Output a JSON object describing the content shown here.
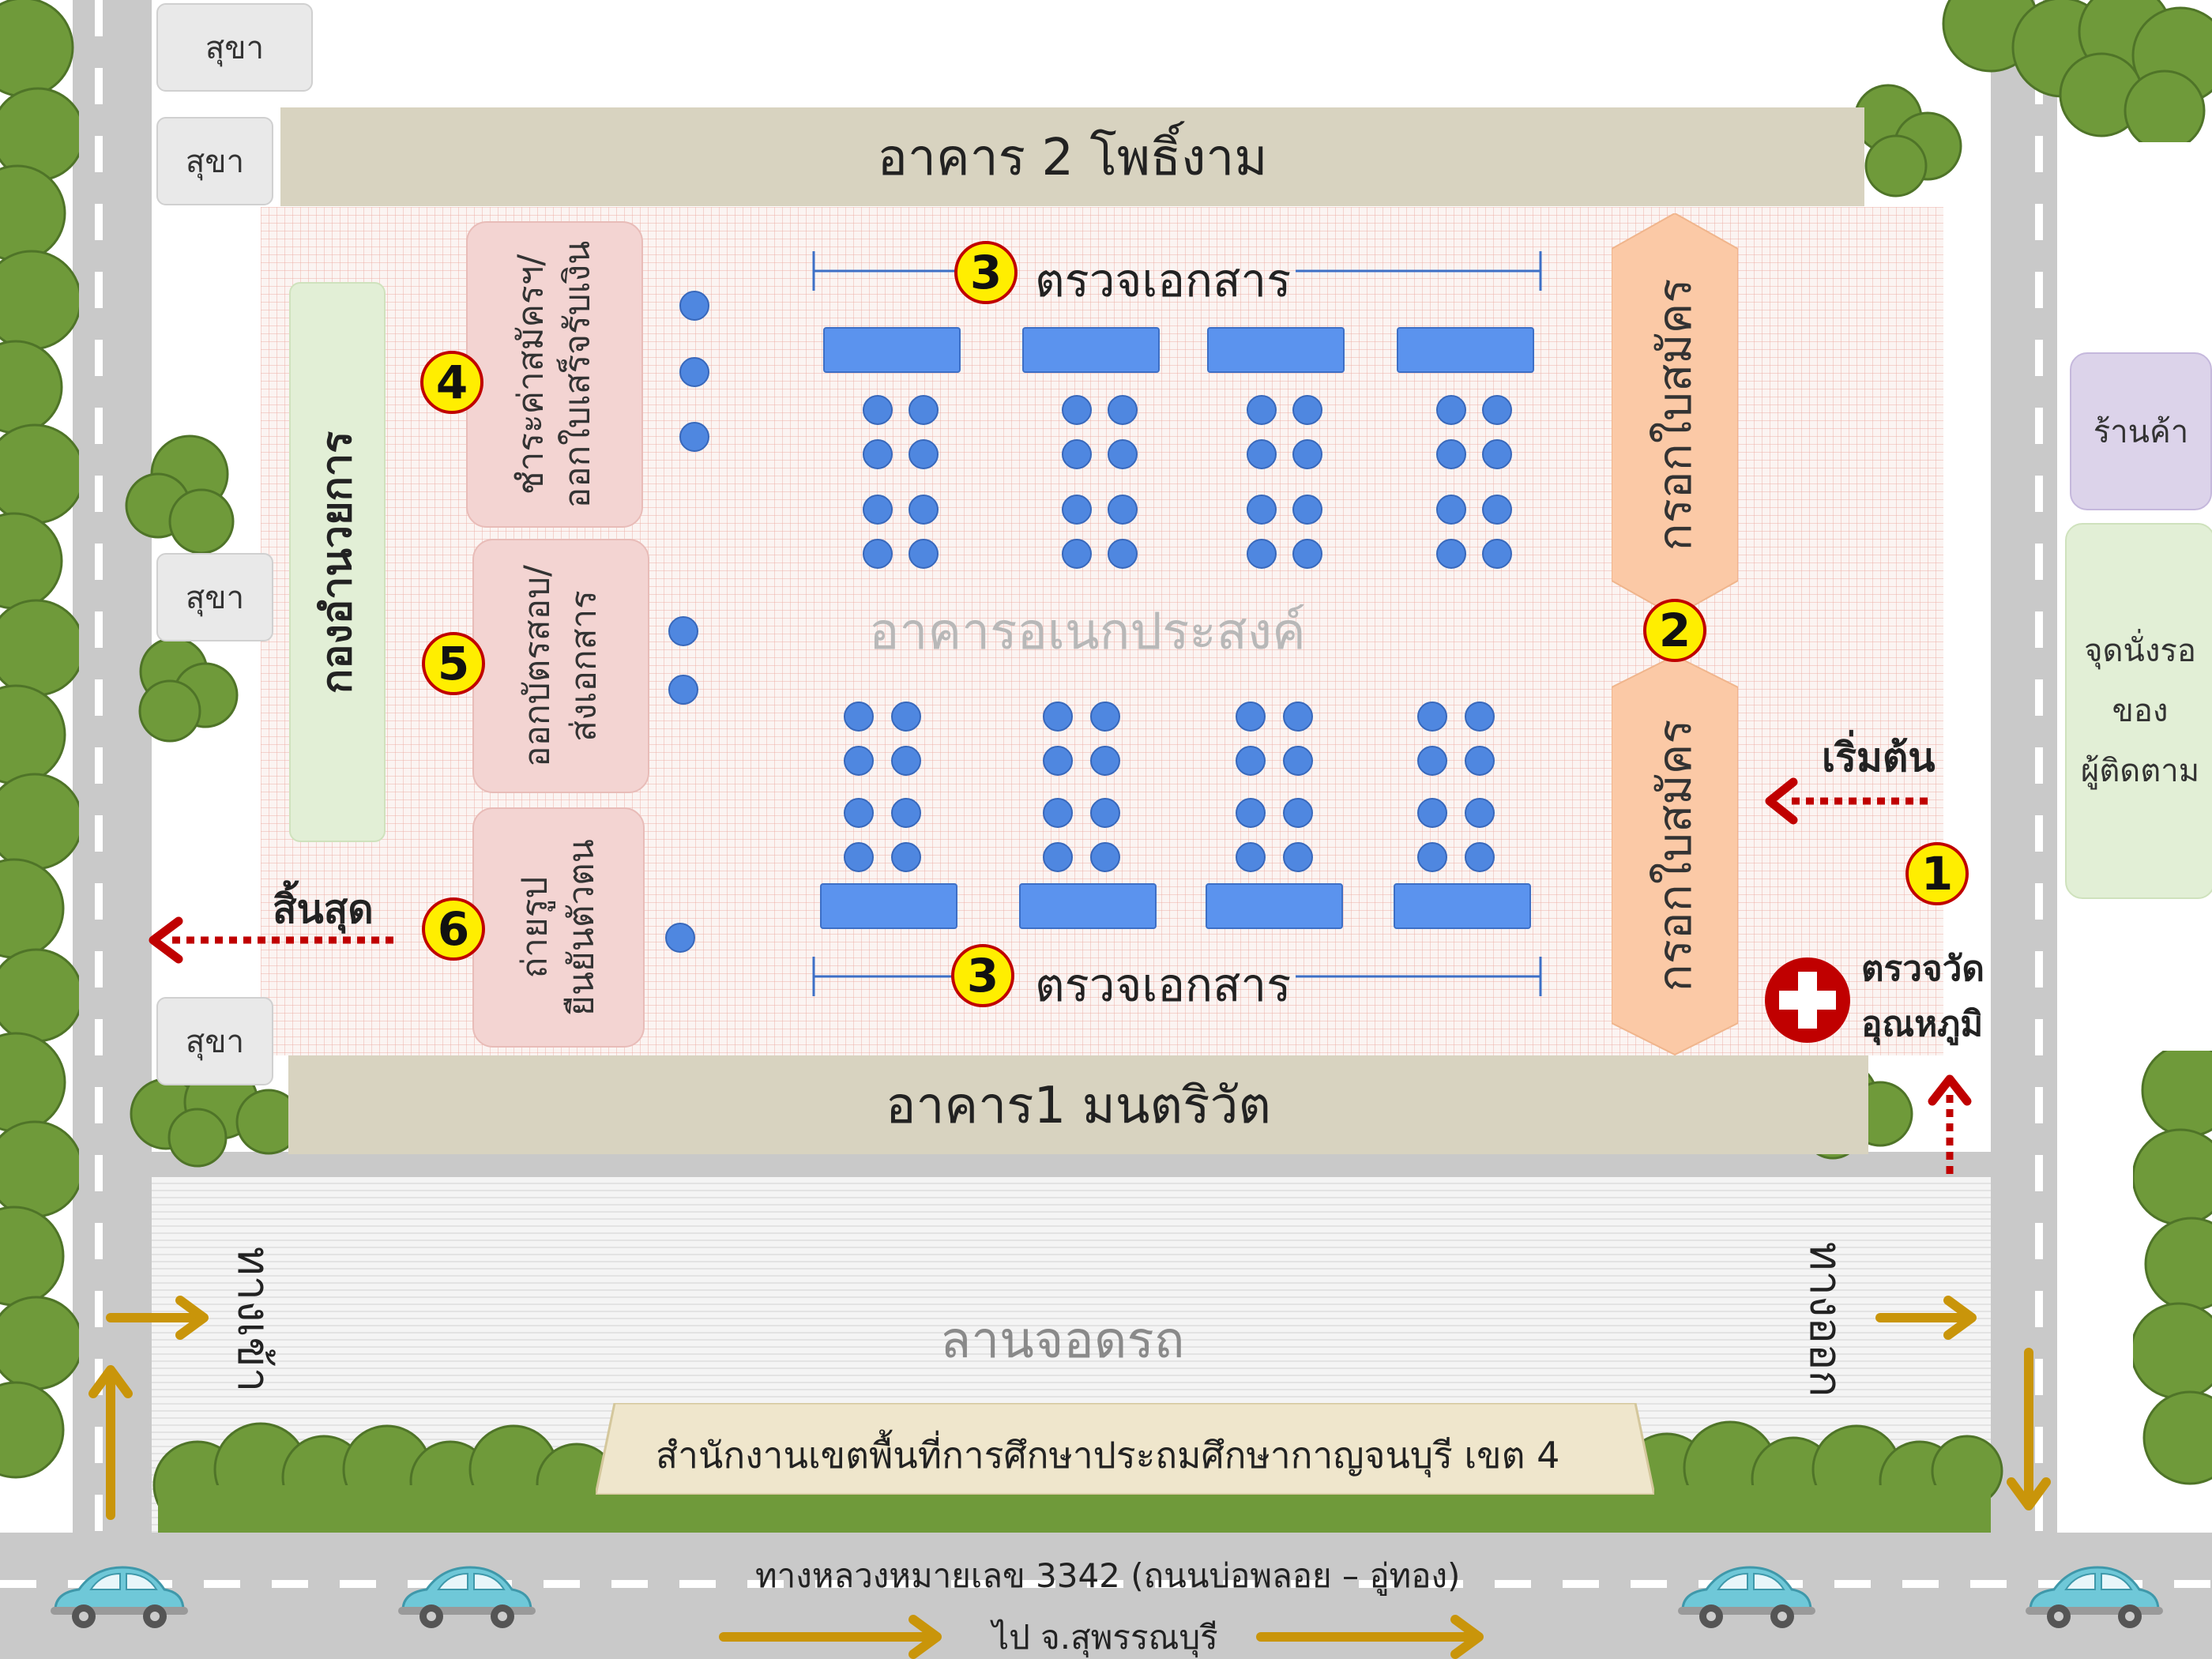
{
  "buildings": {
    "building2": "อาคาร 2  โพธิ์งาม",
    "building1": "อาคาร1  มนตริวัต",
    "hall": "อาคารอเนกประสงค์",
    "parking": "ลานจอดรถ"
  },
  "sala": [
    "สุขา",
    "สุขา",
    "สุขา",
    "สุขา"
  ],
  "shop": "ร้านค้า",
  "waiting": [
    "จุดนั่งรอ",
    "ของ",
    "ผู้ติดตาม"
  ],
  "admin": "กองอำนวยการ",
  "stations": {
    "s4_line1": "ชำระค่าสมัครฯ/",
    "s4_line2": "ออกใบเสร็จรับเงิน",
    "s5_line1": "ออกบัตรสอบ/",
    "s5_line2": "ส่งเอกสาร",
    "s6_line1": "ถ่ายรูป",
    "s6_line2": "ยืนยันตัวตน",
    "fill_form_top": "กรอกใบสมัคร",
    "fill_form_bottom": "กรอกใบสมัคร",
    "check_docs_top": "ตรวจเอกสาร",
    "check_docs_bottom": "ตรวจเอกสาร"
  },
  "badges": {
    "b1": "1",
    "b2": "2",
    "b3a": "3",
    "b3b": "3",
    "b4": "4",
    "b5": "5",
    "b6": "6"
  },
  "flow": {
    "start": "เริ่มต้น",
    "end": "สิ้นสุด",
    "temp_line1": "ตรวจวัด",
    "temp_line2": "อุณหภูมิ"
  },
  "gates": {
    "entrance": "ทางเข้า",
    "exit": "ทางออก"
  },
  "office_sign": "สำนักงานเขตพื้นที่การศึกษาประถมศึกษากาญจนบุรี เขต 4",
  "road": {
    "name": "ทางหลวงหมายเลข 3342  (ถนนบ่อพลอย – อู่ทอง)",
    "direction": "ไป จ.สุพรรณบุรี"
  },
  "colors": {
    "seat_blue": "#4f87e0",
    "building": "#d8d3c0",
    "station_pink": "#f3d4d2",
    "form_orange": "#fbc9a6",
    "admin_green": "#e2efd6",
    "shop_purple": "#dcd3ea",
    "badge_yellow": "#ffee00",
    "badge_ring": "#c00000",
    "flow_arrow": "#c00000",
    "traffic_arrow": "#c9950a",
    "tree_green": "#6f9a3a",
    "car_teal": "#6fc8d8"
  }
}
